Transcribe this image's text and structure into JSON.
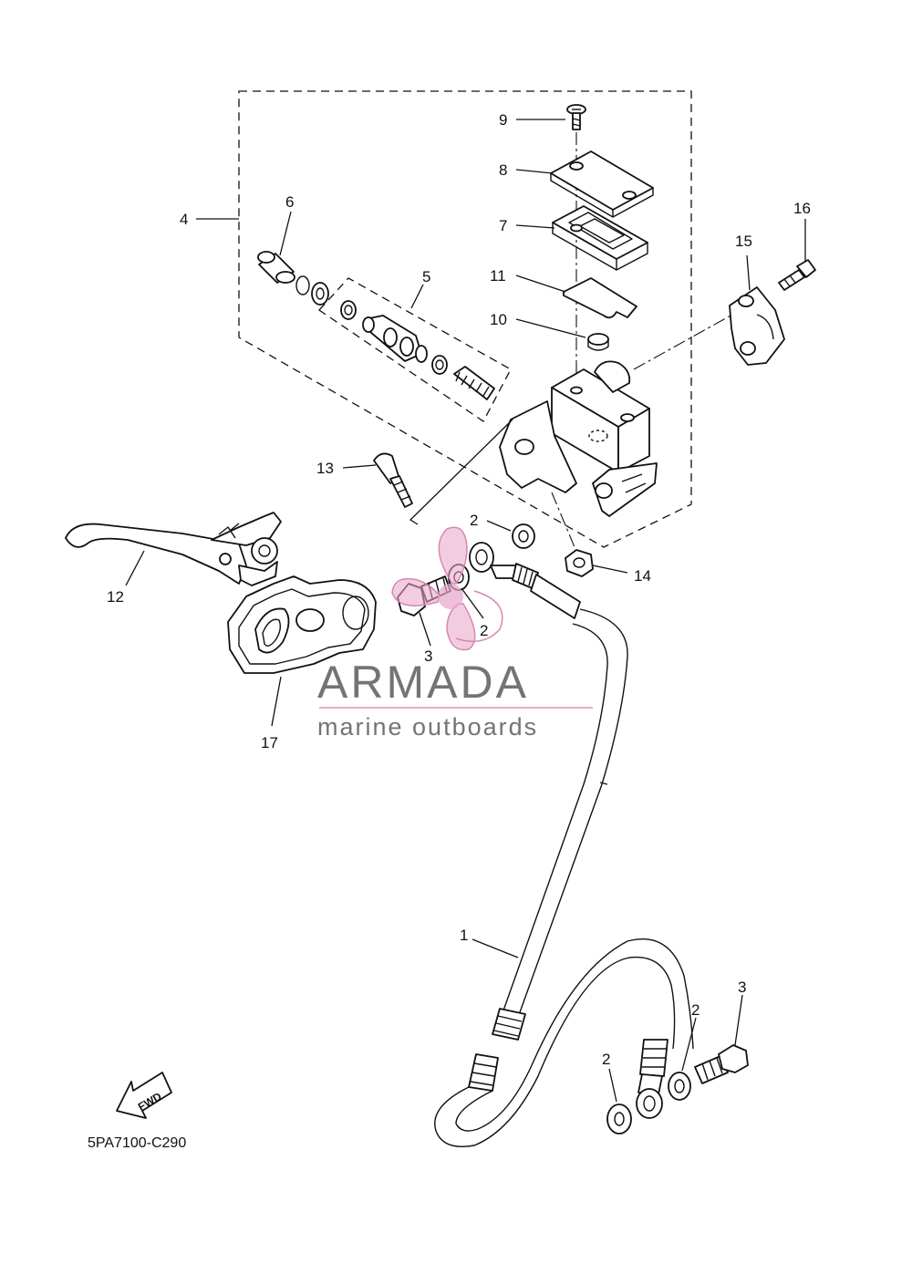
{
  "diagram_code": "5PA7100-C290",
  "fwd_label": "FWD",
  "watermark": {
    "brand": "ARMADA",
    "tagline": "marine outboards",
    "accent_color": "#e8a6c8",
    "text_color": "#6d6d6d"
  },
  "callouts": [
    {
      "id": "c1",
      "text": "1"
    },
    {
      "id": "c2a",
      "text": "2"
    },
    {
      "id": "c2b",
      "text": "2"
    },
    {
      "id": "c2c",
      "text": "2"
    },
    {
      "id": "c2d",
      "text": "2"
    },
    {
      "id": "c3a",
      "text": "3"
    },
    {
      "id": "c3b",
      "text": "3"
    },
    {
      "id": "c4",
      "text": "4"
    },
    {
      "id": "c5",
      "text": "5"
    },
    {
      "id": "c6",
      "text": "6"
    },
    {
      "id": "c7",
      "text": "7"
    },
    {
      "id": "c8",
      "text": "8"
    },
    {
      "id": "c9",
      "text": "9"
    },
    {
      "id": "c10",
      "text": "10"
    },
    {
      "id": "c11",
      "text": "11"
    },
    {
      "id": "c12",
      "text": "12"
    },
    {
      "id": "c13",
      "text": "13"
    },
    {
      "id": "c14",
      "text": "14"
    },
    {
      "id": "c15",
      "text": "15"
    },
    {
      "id": "c16",
      "text": "16"
    },
    {
      "id": "c17",
      "text": "17"
    }
  ]
}
